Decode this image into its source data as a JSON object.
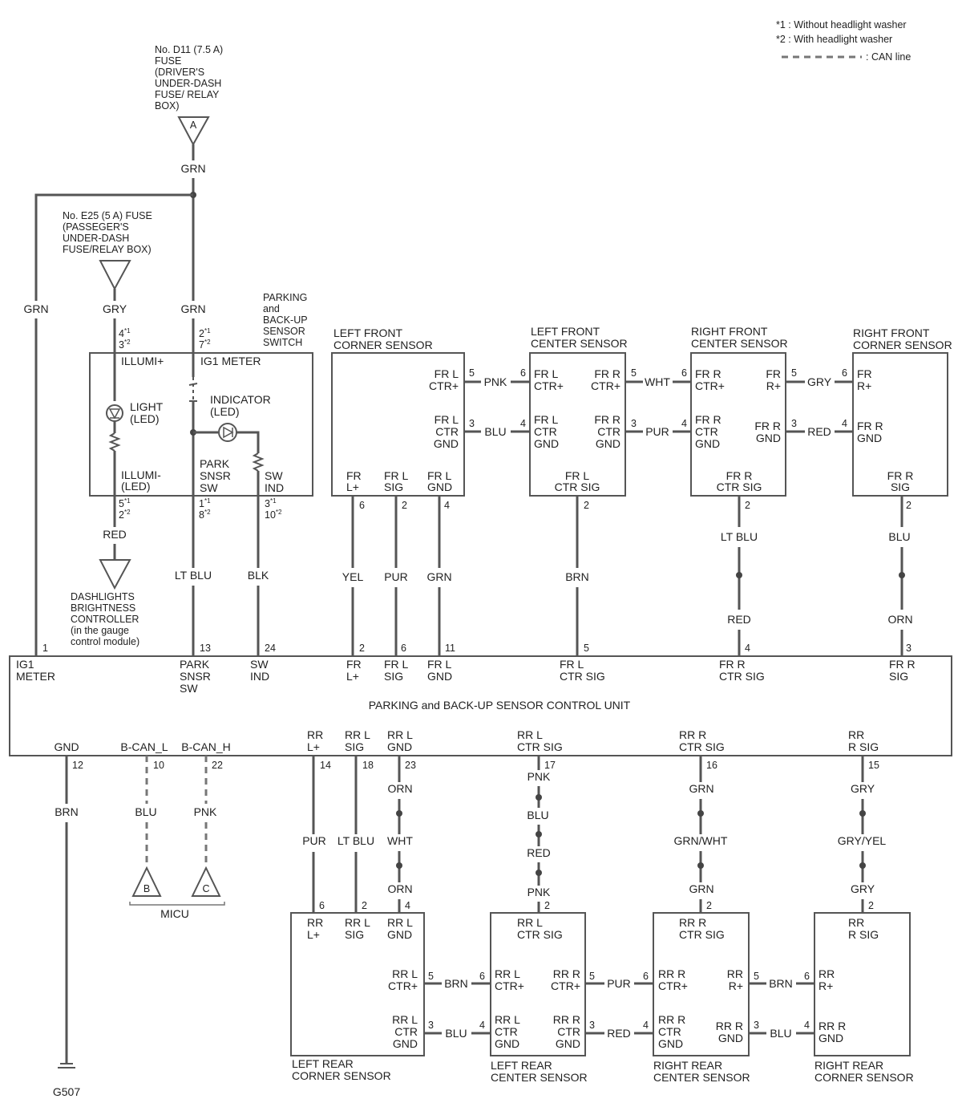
{
  "notes": {
    "n1": "*1 : Without headlight washer",
    "n2": "*2 : With headlight washer",
    "can": ": CAN line"
  },
  "fuse_d11": [
    "No. D11 (7.5 A)",
    "FUSE",
    "(DRIVER'S",
    "UNDER-DASH",
    "FUSE/ RELAY",
    "BOX)"
  ],
  "fuse_e25": [
    "No. E25 (5 A) FUSE",
    "(PASSEGER'S",
    "UNDER-DASH",
    "FUSE/RELAY BOX)"
  ],
  "connectors": {
    "a": "A",
    "b": "B",
    "c": "C"
  },
  "switch": {
    "title": [
      "PARKING",
      "and",
      "BACK-UP",
      "SENSOR",
      "SWITCH"
    ],
    "illumi_plus": "ILLUMI+",
    "ig1_meter": "IG1 METER",
    "light": [
      "LIGHT",
      "(LED)"
    ],
    "indicator": [
      "INDICATOR",
      "(LED)"
    ],
    "illumi_minus": [
      "ILLUMI-",
      "(LED)"
    ],
    "park_snsr_sw": [
      "PARK",
      "SNSR",
      "SW"
    ],
    "sw_ind": [
      "SW",
      "IND"
    ],
    "pins": {
      "illumi_plus": [
        [
          "4",
          "*1"
        ],
        [
          "3",
          "*2"
        ]
      ],
      "ig1": [
        [
          "2",
          "*1"
        ],
        [
          "7",
          "*2"
        ]
      ],
      "illumi_minus": [
        [
          "5",
          "*1"
        ],
        [
          "2",
          "*2"
        ]
      ],
      "park": [
        [
          "1",
          "*1"
        ],
        [
          "8",
          "*2"
        ]
      ],
      "swind": [
        [
          "3",
          "*1"
        ],
        [
          "10",
          "*2"
        ]
      ]
    }
  },
  "dashlights": [
    "DASHLIGHTS",
    "BRIGHTNESS",
    "CONTROLLER",
    "(in the gauge",
    "control module)"
  ],
  "control_unit": {
    "title": "PARKING and BACK-UP SENSOR CONTROL UNIT",
    "top_labels": [
      [
        "IG1",
        "METER"
      ],
      [
        "PARK",
        "SNSR",
        "SW"
      ],
      [
        "SW",
        "IND"
      ],
      [
        "FR",
        "L+"
      ],
      [
        "FR L",
        "SIG"
      ],
      [
        "FR L",
        "GND"
      ],
      [
        "FR L",
        "CTR SIG"
      ],
      [
        "FR R",
        "CTR SIG"
      ],
      [
        "FR R",
        "SIG"
      ]
    ],
    "top_pins": [
      "1",
      "13",
      "24",
      "2",
      "6",
      "11",
      "5",
      "4",
      "3"
    ],
    "bottom_labels": [
      [
        "GND"
      ],
      [
        "B-CAN_L"
      ],
      [
        "B-CAN_H"
      ],
      [
        "RR",
        "L+"
      ],
      [
        "RR L",
        "SIG"
      ],
      [
        "RR L",
        "GND"
      ],
      [
        "RR L",
        "CTR SIG"
      ],
      [
        "RR R",
        "CTR SIG"
      ],
      [
        "RR",
        "R SIG"
      ]
    ],
    "bottom_pins": [
      "12",
      "10",
      "22",
      "14",
      "18",
      "23",
      "17",
      "16",
      "15"
    ]
  },
  "micu": "MICU",
  "ground": "G507",
  "wires": {
    "grn_top": "GRN",
    "grn_left": "GRN",
    "grn_mid": "GRN",
    "gry": "GRY",
    "red": "RED",
    "lt_blu": "LT BLU",
    "blk": "BLK",
    "yel": "YEL",
    "pur": "PUR",
    "grn_frgnd": "GRN",
    "brn_frctr": "BRN",
    "frr_ctr_upper": "LT BLU",
    "frr_ctr_lower": "RED",
    "frr_sig_upper": "BLU",
    "frr_sig_lower": "ORN",
    "brn_gnd": "BRN",
    "blu_can": "BLU",
    "pnk_can": "PNK",
    "rr_lplus": "PUR",
    "rr_lsig": "LT BLU",
    "rr_lgnd": [
      "ORN",
      "WHT",
      "ORN"
    ],
    "rr_lctr": [
      "PNK",
      "BLU",
      "RED",
      "PNK"
    ],
    "rr_rctr": [
      "GRN",
      "GRN/WHT",
      "GRN"
    ],
    "rr_rsig": [
      "GRY",
      "GRY/YEL",
      "GRY"
    ]
  },
  "front_sensors": {
    "lfc": {
      "title": [
        "LEFT FRONT",
        "CORNER SENSOR"
      ],
      "ctr_plus": [
        "FR L",
        "CTR+"
      ],
      "ctr_gnd": [
        "FR L",
        "CTR",
        "GND"
      ],
      "lplus": [
        "FR",
        "L+"
      ],
      "sig": [
        "FR L",
        "SIG"
      ],
      "gnd": [
        "FR L",
        "GND"
      ],
      "pin_ctr_plus": "5",
      "pin_ctr_gnd": "3",
      "pin_lplus": "6",
      "pin_sig": "2",
      "pin_gnd": "4"
    },
    "lfctr": {
      "title": [
        "LEFT FRONT",
        "CENTER SENSOR"
      ],
      "l_ctr_plus": [
        "FR L",
        "CTR+"
      ],
      "l_ctr_gnd": [
        "FR L",
        "CTR",
        "GND"
      ],
      "r_ctr_plus": [
        "FR R",
        "CTR+"
      ],
      "r_ctr_gnd": [
        "FR R",
        "CTR",
        "GND"
      ],
      "sig": [
        "FR L",
        "CTR SIG"
      ],
      "pin_l_plus": "6",
      "pin_l_gnd": "4",
      "pin_r_plus": "5",
      "pin_r_gnd": "3",
      "pin_sig": "2"
    },
    "rfctr": {
      "title": [
        "RIGHT FRONT",
        "CENTER SENSOR"
      ],
      "l_ctr_plus": [
        "FR R",
        "CTR+"
      ],
      "l_ctr_gnd": [
        "FR R",
        "CTR",
        "GND"
      ],
      "r_plus": [
        "FR",
        "R+"
      ],
      "r_gnd": [
        "FR R",
        "GND"
      ],
      "sig": [
        "FR R",
        "CTR SIG"
      ],
      "pin_l_plus": "6",
      "pin_l_gnd": "4",
      "pin_r_plus": "5",
      "pin_r_gnd": "3",
      "pin_sig": "2"
    },
    "rfc": {
      "title": [
        "RIGHT FRONT",
        "CORNER SENSOR"
      ],
      "r_plus": [
        "FR",
        "R+"
      ],
      "r_gnd": [
        "FR R",
        "GND"
      ],
      "sig": [
        "FR R",
        "SIG"
      ],
      "pin_r_plus": "6",
      "pin_r_gnd": "4",
      "pin_sig": "2"
    },
    "links": {
      "pnk": "PNK",
      "blu": "BLU",
      "wht": "WHT",
      "pur": "PUR",
      "gry": "GRY",
      "red": "RED"
    }
  },
  "rear_sensors": {
    "lrc": {
      "title": [
        "LEFT REAR",
        "CORNER SENSOR"
      ],
      "lplus": [
        "RR",
        "L+"
      ],
      "sig": [
        "RR L",
        "SIG"
      ],
      "gnd": [
        "RR L",
        "GND"
      ],
      "ctr_plus": [
        "RR L",
        "CTR+"
      ],
      "ctr_gnd": [
        "RR L",
        "CTR",
        "GND"
      ],
      "pin_lplus": "6",
      "pin_sig": "2",
      "pin_gnd": "4",
      "pin_ctr_plus": "5",
      "pin_ctr_gnd": "3"
    },
    "lrctr": {
      "title": [
        "LEFT REAR",
        "CENTER SENSOR"
      ],
      "sig": [
        "RR L",
        "CTR SIG"
      ],
      "l_ctr_plus": [
        "RR L",
        "CTR+"
      ],
      "l_ctr_gnd": [
        "RR L",
        "CTR",
        "GND"
      ],
      "r_ctr_plus": [
        "RR R",
        "CTR+"
      ],
      "r_ctr_gnd": [
        "RR R",
        "CTR",
        "GND"
      ],
      "pin_sig": "2",
      "pin_l_plus": "6",
      "pin_l_gnd": "4",
      "pin_r_plus": "5",
      "pin_r_gnd": "3"
    },
    "rrctr": {
      "title": [
        "RIGHT REAR",
        "CENTER SENSOR"
      ],
      "sig": [
        "RR R",
        "CTR SIG"
      ],
      "l_ctr_plus": [
        "RR R",
        "CTR+"
      ],
      "l_ctr_gnd": [
        "RR R",
        "CTR",
        "GND"
      ],
      "r_plus": [
        "RR",
        "R+"
      ],
      "r_gnd": [
        "RR R",
        "GND"
      ],
      "pin_sig": "2",
      "pin_l_plus": "6",
      "pin_l_gnd": "4",
      "pin_r_plus": "5",
      "pin_r_gnd": "3"
    },
    "rrc": {
      "title": [
        "RIGHT REAR",
        "CORNER SENSOR"
      ],
      "sig": [
        "RR",
        "R SIG"
      ],
      "r_plus": [
        "RR",
        "R+"
      ],
      "r_gnd": [
        "RR R",
        "GND"
      ],
      "pin_sig": "2",
      "pin_r_plus": "6",
      "pin_r_gnd": "4"
    },
    "links": {
      "brn": "BRN",
      "blu": "BLU",
      "pur": "PUR",
      "red": "RED",
      "brn2": "BRN",
      "blu2": "BLU"
    }
  }
}
